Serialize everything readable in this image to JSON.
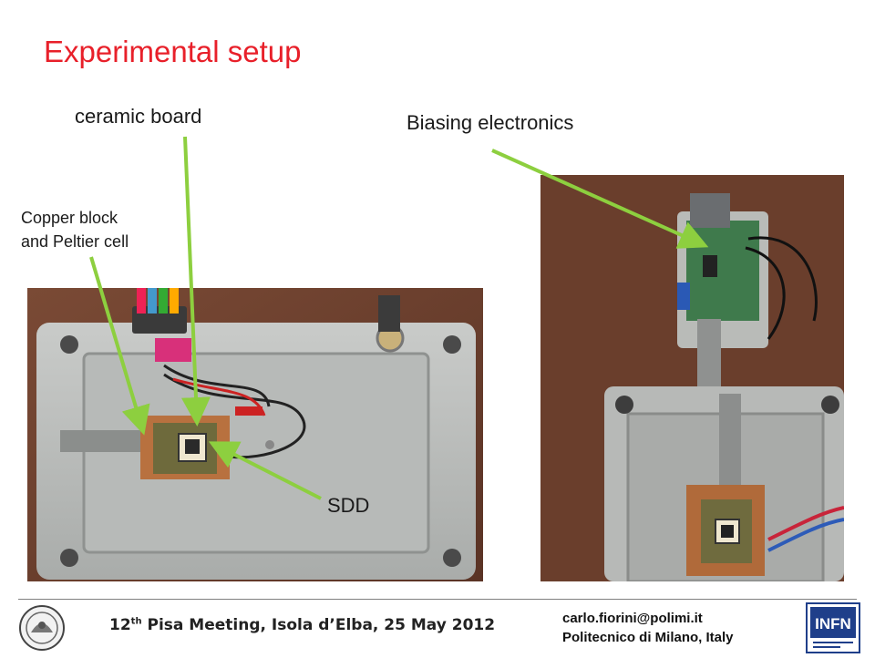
{
  "slide": {
    "title": "Experimental setup",
    "labels": {
      "ceramic_board": "ceramic board",
      "biasing_electronics": "Biasing electronics",
      "copper_block_line1": "Copper block",
      "copper_block_line2": "and Peltier cell",
      "sdd": "SDD"
    },
    "footer": {
      "meeting_prefix": "12",
      "meeting_sup": "th",
      "meeting_rest": " Pisa Meeting, Isola d’Elba, 25 May 2012",
      "email": "carlo.fiorini@polimi.it",
      "affiliation": "Politecnico di Milano, Italy",
      "logo_right_text": "INFN"
    },
    "colors": {
      "title": "#e8202a",
      "arrow": "#8dcf3f"
    }
  }
}
